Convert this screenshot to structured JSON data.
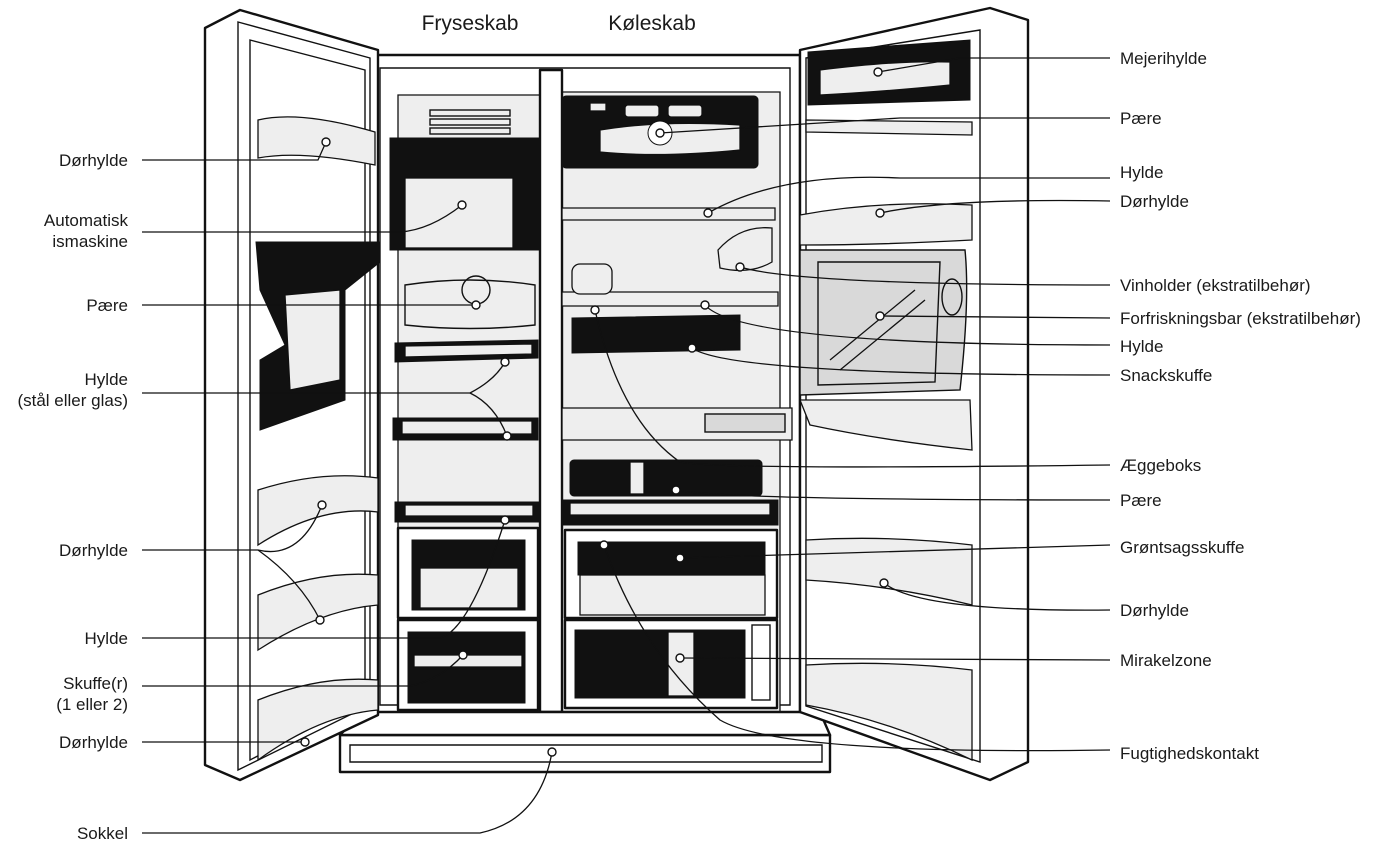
{
  "titles": {
    "freezer": "Fryseskab",
    "fridge": "Køleskab"
  },
  "labels_left": {
    "door_shelf_top": "Dørhylde",
    "ice_maker_line1": "Automatisk",
    "ice_maker_line2": "ismaskine",
    "bulb": "Pære",
    "shelf_line1": "Hylde",
    "shelf_line2": "(stål eller glas)",
    "door_shelf_mid": "Dørhylde",
    "shelf": "Hylde",
    "drawer_line1": "Skuffe(r)",
    "drawer_line2": "(1 eller 2)",
    "door_shelf_bottom": "Dørhylde",
    "base": "Sokkel"
  },
  "labels_right": {
    "dairy_shelf": "Mejerihylde",
    "bulb_top": "Pære",
    "shelf_top": "Hylde",
    "door_shelf_top": "Dørhylde",
    "wine_holder": "Vinholder (ekstratilbehør)",
    "refresh_bar": "Forfriskningsbar (ekstratilbehør)",
    "shelf_mid": "Hylde",
    "snack_drawer": "Snackskuffe",
    "egg_box": "Æggeboks",
    "bulb_mid": "Pære",
    "vegetable_drawer": "Grøntsagsskuffe",
    "door_shelf_bottom": "Dørhylde",
    "miracle_zone": "Mirakelzone",
    "humidity_switch": "Fugtighedskontakt"
  }
}
